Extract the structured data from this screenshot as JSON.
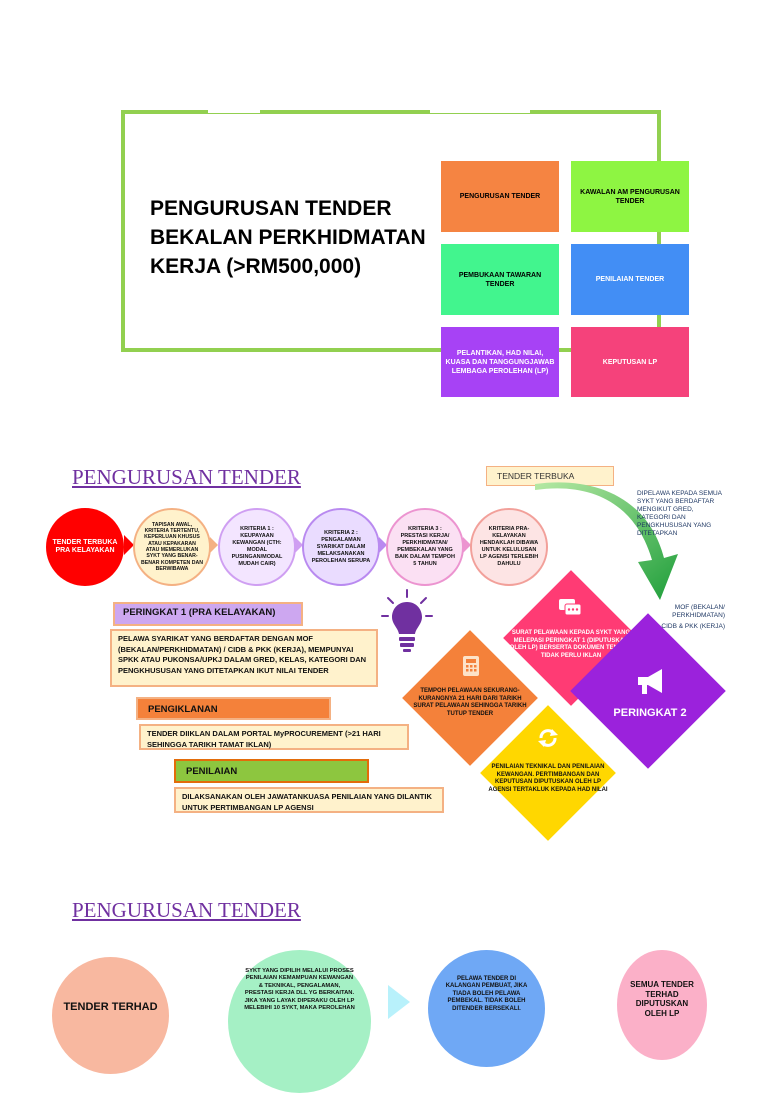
{
  "slide1": {
    "title": "PENGURUSAN TENDER BEKALAN PERKHIDMATAN KERJA (>RM500,000)",
    "tiles": [
      {
        "label": "PENGURUSAN TENDER",
        "color": "#f58442"
      },
      {
        "label": "KAWALAN AM PENGURUSAN TENDER",
        "color": "#8ef542"
      },
      {
        "label": "PEMBUKAAN TAWARAN TENDER",
        "color": "#42f58e"
      },
      {
        "label": "PENILAIAN TENDER",
        "color": "#428ef5"
      },
      {
        "label": "PELANTIKAN, HAD NILAI, KUASA DAN TANGGUNGJAWAB LEMBAGA PEROLEHAN (LP)",
        "color": "#a742f5"
      },
      {
        "label": "KEPUTUSAN LP",
        "color": "#f5427b"
      }
    ]
  },
  "slide2": {
    "title": "PENGURUSAN TENDER",
    "tender_terbuka": "TENDER TERBUKA",
    "dipelawa_note": "DIPELAWA KEPADA SEMUA SYKT YANG BERDAFTAR MENGIKUT GRED, KATEGORI DAN PENGKHUSUSAN YANG DITETAPKAN",
    "mof_note": "MOF (BEKALAN/ PERKHIDMATAN)",
    "cidb_note": "CIDB & PKK (KERJA)",
    "circles": [
      {
        "label": "TENDER TERBUKA PRA KELAYAKAN",
        "color": "#ff0000"
      },
      {
        "label": "TAPISAN AWAL, KRITERIA TERTENTU, KEPERLUAN KHUSUS ATAU KEPAKARAN ATAU MEMERLUKAN SYKT YANG BENAR-BENAR KOMPETEN DAN BERWIBAWA",
        "color": "#fff2cc"
      },
      {
        "label": "KRITERIA 1 : KEUPAYAAN KEWANGAN (CTH: MODAL PUSINGAN/MODAL MUDAH CAIR)",
        "color": "#f3e5ff"
      },
      {
        "label": "KRITERIA 2 : PENGALAMAN SYARIKAT DALAM MELAKSANAKAN PEROLEHAN SERUPA",
        "color": "#eadcff"
      },
      {
        "label": "KRITERIA 3 : PRESTASI KERJA/ PERKHIDMATAN/ PEMBEKALAN YANG BAIK DALAM TEMPOH 5 TAHUN",
        "color": "#fbe0f3"
      },
      {
        "label": "KRITERIA PRA-KELAYAKAN HENDAKLAH DIBAWA UNTUK KELULUSAN LP AGENSI TERLEBIH DAHULU",
        "color": "#fde4e4"
      }
    ],
    "peringkat1": "PERINGKAT 1 (PRA KELAYAKAN)",
    "peringkat1_text": "PELAWA SYARIKAT YANG BERDAFTAR DENGAN MOF (BEKALAN/PERKHIDMATAN) / CIDB & PKK (KERJA), MEMPUNYAI SPKK ATAU PUKONSA/UPKJ DALAM GRED, KELAS, KATEGORI DAN PENGKHUSUSAN YANG DITETAPKAN IKUT NILAI TENDER",
    "pengiklanan": "PENGIKLANAN",
    "pengiklanan_text": "TENDER DIIKLAN DALAM PORTAL MyPROCUREMENT (>21 HARI SEHINGGA TARIKH TAMAT IKLAN)",
    "penilaian": "PENILAIAN",
    "penilaian_text": "DILAKSANAKAN OLEH JAWATANKUASA PENILAIAN YANG DILANTIK UNTUK PERTIMBANGAN LP AGENSI",
    "diamonds": {
      "pink": "SURAT PELAWAAN KEPADA SYKT YANG MELEPASI PERINGKAT 1 (DIPUTUSKAN OLEH LP) BERSERTA DOKUMEN TENDER. TIDAK PERLU IKLAN",
      "orange": "TEMPOH PELAWAAN SEKURANG-KURANGNYA 21 HARI DARI TARIKH SURAT PELAWAAN SEHINGGA TARIKH TUTUP TENDER",
      "yellow": "PENILAIAN TEKNIKAL DAN PENILAIAN KEWANGAN. PERTIMBANGAN DAN KEPUTUSAN DIPUTUSKAN OLEH LP AGENSI TERTAKLUK KEPADA HAD NILAI",
      "purple": "PERINGKAT 2"
    }
  },
  "slide3": {
    "title": "PENGURUSAN TENDER",
    "circle1": "TENDER TERHAD",
    "circle2": "SYKT YANG DIPILIH MELALUI PROSES PENILAIAN KEMAMPUAN KEWANGAN & TEKNIKAL, PENGALAMAN, PRESTASI KERJA DLL YG BERKAITAN. JIKA YANG LAYAK DIPERAKU OLEH LP MELEBIHI 10 SYKT, MAKA PEROLEHAN",
    "circle3": "PELAWA TENDER DI KALANGAN PEMBUAT, JIKA TIADA BOLEH PELAWA PEMBEKAL. TIDAK BOLEH DITENDER BERSEKALI.",
    "circle4": "SEMUA TENDER TERHAD DIPUTUSKAN OLEH LP"
  }
}
